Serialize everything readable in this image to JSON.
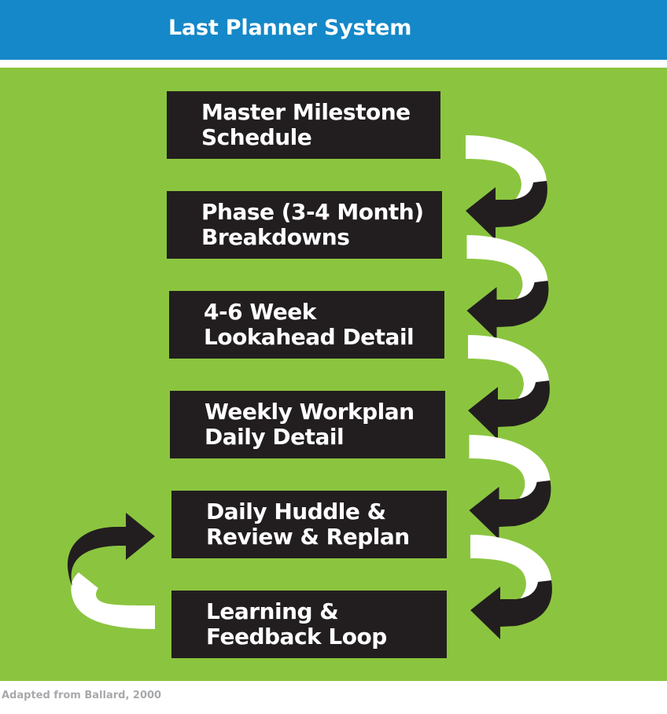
{
  "title": "Last Planner System",
  "steps": [
    {
      "line1": "Master Milestone",
      "line2": "Schedule"
    },
    {
      "line1": "Phase (3-4 Month)",
      "line2": "Breakdowns"
    },
    {
      "line1": "4-6 Week",
      "line2": "Lookahead Detail"
    },
    {
      "line1": "Weekly Workplan",
      "line2": "Daily Detail"
    },
    {
      "line1": "Daily Huddle &",
      "line2": "Review & Replan"
    },
    {
      "line1": "Learning &",
      "line2": "Feedback Loop"
    }
  ],
  "credit": "Adapted from Ballard, 2000",
  "colors": {
    "header": "#1488c8",
    "panel": "#8bc53f",
    "box": "#221e1f",
    "arrow_front": "#221e1f",
    "arrow_back": "#ffffff"
  }
}
